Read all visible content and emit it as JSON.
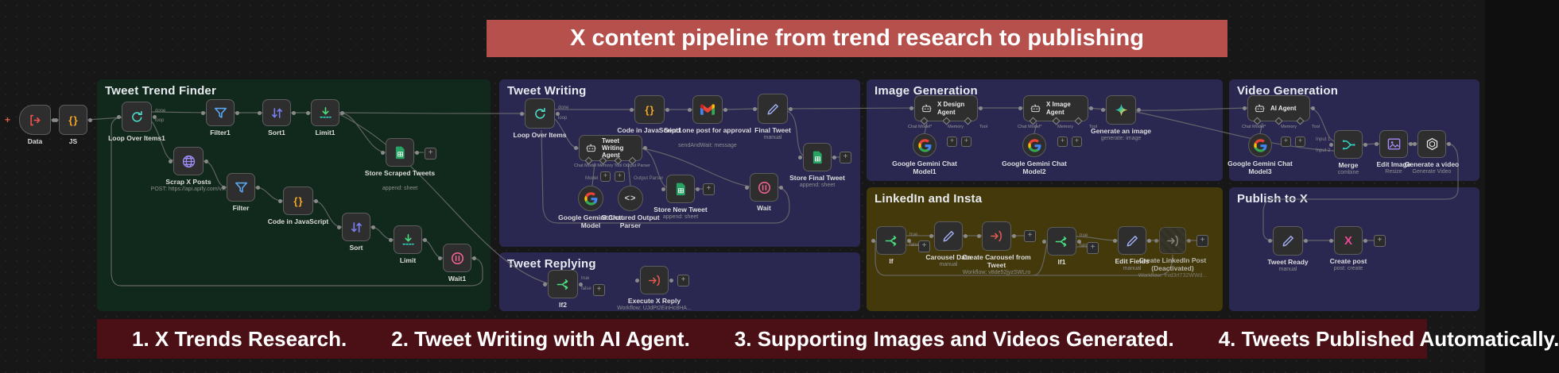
{
  "banner": {
    "title": "X content pipeline from trend research to publishing"
  },
  "footer": {
    "items": [
      "1. X Trends Research.",
      "2. Tweet Writing with AI Agent.",
      "3. Supporting Images and Videos Generated.",
      "4. Tweets Published Automatically."
    ]
  },
  "groups": {
    "trend_finder": {
      "label": "Tweet Trend Finder"
    },
    "tweet_writing": {
      "label": "Tweet Writing"
    },
    "tweet_replying": {
      "label": "Tweet Replying"
    },
    "image_generation": {
      "label": "Image Generation"
    },
    "linkedin_insta": {
      "label": "LinkedIn and Insta"
    },
    "video_generation": {
      "label": "Video Generation"
    },
    "publish_x": {
      "label": "Publish to X"
    }
  },
  "nodes": {
    "data": {
      "label": "Data"
    },
    "js": {
      "label": "JS"
    },
    "loop1": {
      "label": "Loop Over Items1"
    },
    "filter1": {
      "label": "Filter1"
    },
    "sort1": {
      "label": "Sort1"
    },
    "limit1": {
      "label": "Limit1"
    },
    "scrap": {
      "label": "Scrap X Posts",
      "subtitle": "POST: https://api.apify.com/v..."
    },
    "filter": {
      "label": "Filter"
    },
    "code_js": {
      "label": "Code in JavaScript"
    },
    "sort": {
      "label": "Sort"
    },
    "limit": {
      "label": "Limit"
    },
    "wait1": {
      "label": "Wait1"
    },
    "store_scraped": {
      "label": "Store Scraped Tweets",
      "subtitle": "append: sheet"
    },
    "loop": {
      "label": "Loop Over Items"
    },
    "code_js1": {
      "label": "Code in JavaScript1"
    },
    "send_approval": {
      "label": "Send one post for approval",
      "subtitle": "sendAndWait: message"
    },
    "final_tweet": {
      "label": "Final Tweet",
      "subtitle": "manual"
    },
    "tweet_agent": {
      "label": "Tweet Writing Agent"
    },
    "gemini": {
      "label": "Google Gemini Chat Model"
    },
    "parser": {
      "label": "Structured Output Parser"
    },
    "store_new": {
      "label": "Store New Tweet",
      "subtitle": "append: sheet"
    },
    "wait": {
      "label": "Wait"
    },
    "store_final": {
      "label": "Store Final Tweet",
      "subtitle": "append: sheet"
    },
    "if2": {
      "label": "If2"
    },
    "exec_reply": {
      "label": "Execute X Reply",
      "subtitle": "Workflow: UJdPt2EinHc8HA..."
    },
    "design_agent": {
      "label": "X Design Agent"
    },
    "gemini1": {
      "label": "Google Gemini Chat Model1"
    },
    "image_agent": {
      "label": "X Image Agent"
    },
    "gemini2": {
      "label": "Google Gemini Chat Model2"
    },
    "gen_image": {
      "label": "Generate an image",
      "subtitle": "generate: image"
    },
    "if": {
      "label": "If"
    },
    "carousel_data": {
      "label": "Carousel Data",
      "subtitle": "manual"
    },
    "create_carousel": {
      "label": "Create Carousel from Tweet",
      "subtitle": "Workflow: v8de52jyzSWLro"
    },
    "if1": {
      "label": "If1"
    },
    "edit_fields": {
      "label": "Edit Fields",
      "subtitle": "manual"
    },
    "create_linkedin": {
      "label": "Create LinkedIn Post (Deactivated)",
      "subtitle": "Workflow: fnid3rt732WWd..."
    },
    "ai_agent": {
      "label": "AI Agent"
    },
    "gemini3": {
      "label": "Google Gemini Chat Model3"
    },
    "merge": {
      "label": "Merge",
      "subtitle": "combine"
    },
    "edit_image": {
      "label": "Edit Image",
      "subtitle": "Resize"
    },
    "gen_video": {
      "label": "Generate a video",
      "subtitle": "Generate Video"
    },
    "tweet_ready": {
      "label": "Tweet Ready",
      "subtitle": "manual"
    },
    "create_post": {
      "label": "Create post",
      "subtitle": "post: create"
    }
  },
  "ports": {
    "done": "done",
    "loop": "loop",
    "true": "true",
    "false": "false",
    "chat_model": "Chat Model",
    "chat_model_req": "Chat Model*",
    "memory": "Memory",
    "tool": "Tool",
    "output_parser": "Output Parser",
    "model": "Model",
    "input_1": "Input 1",
    "input_2": "Input 2"
  },
  "icons": {
    "plus": "+"
  },
  "colors": {
    "banner_bg": "#b5504c",
    "footer_bg": "#4a1016",
    "group_green": "#11291c",
    "group_indigo": "#2a2751",
    "group_olive": "#44390b",
    "node_bg": "#2e2e2e",
    "wire": "#6f6f6f"
  }
}
